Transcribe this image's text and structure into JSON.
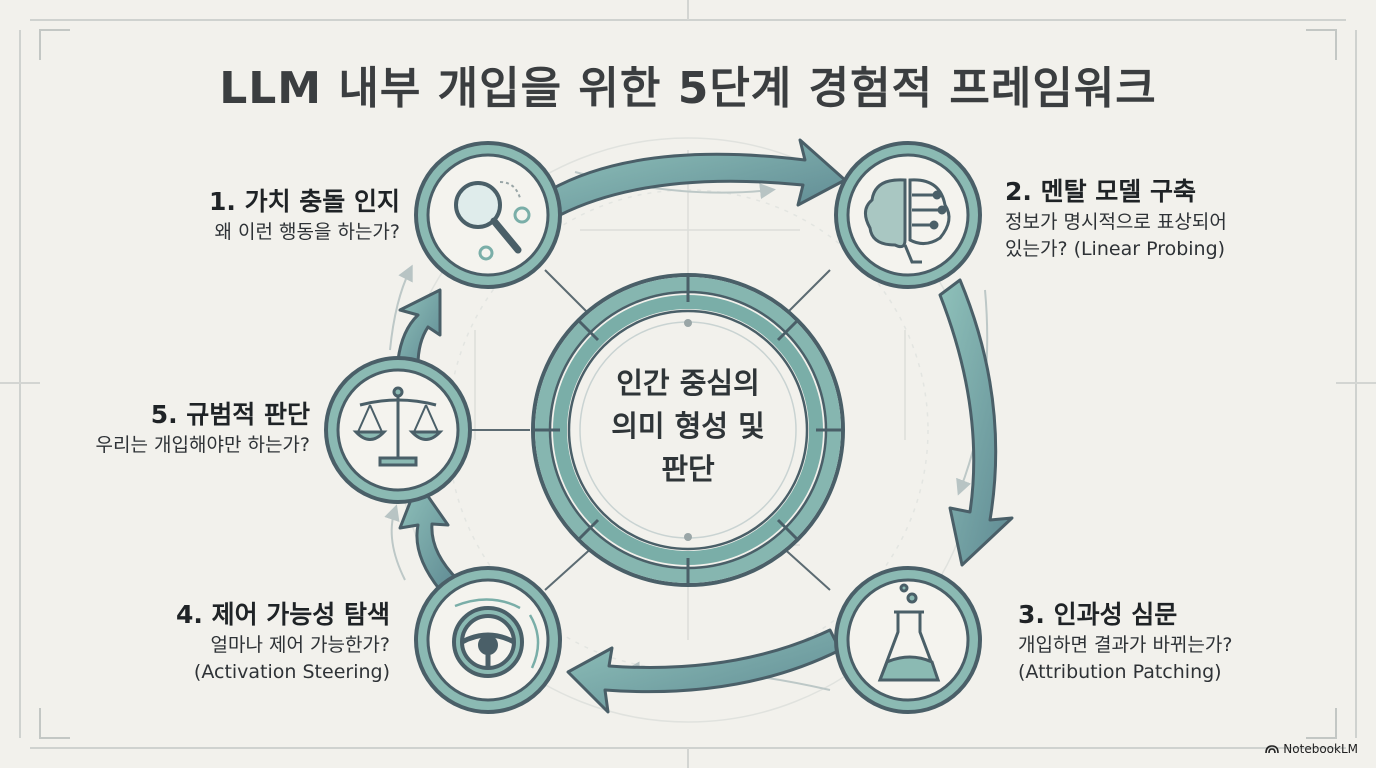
{
  "title": "LLM 내부 개입을 위한 5단계 경험적 프레임워크",
  "center": {
    "label": "인간 중심의\n의미 형성 및\n판단"
  },
  "steps": [
    {
      "heading": "1. 가치 충돌 인지",
      "description": "왜 이런 행동을 하는가?",
      "icon": "magnifier-gears-icon"
    },
    {
      "heading": "2. 멘탈 모델 구축",
      "description": "정보가 명시적으로 표상되어\n있는가? (Linear Probing)",
      "icon": "brain-circuit-icon"
    },
    {
      "heading": "3. 인과성 심문",
      "description": "개입하면 결과가 바뀌는가?\n(Attribution Patching)",
      "icon": "flask-icon"
    },
    {
      "heading": "4. 제어 가능성 탐색",
      "description": "얼마나 제어 가능한가?\n(Activation Steering)",
      "icon": "steering-wheel-icon"
    },
    {
      "heading": "5. 규범적 판단",
      "description": "우리는 개입해야만 하는가?",
      "icon": "scales-icon"
    }
  ],
  "brand": {
    "label": "NotebookLM"
  },
  "colors": {
    "accent": "#7aaea8",
    "outline": "#4e6672",
    "background": "#f2f1ec"
  }
}
